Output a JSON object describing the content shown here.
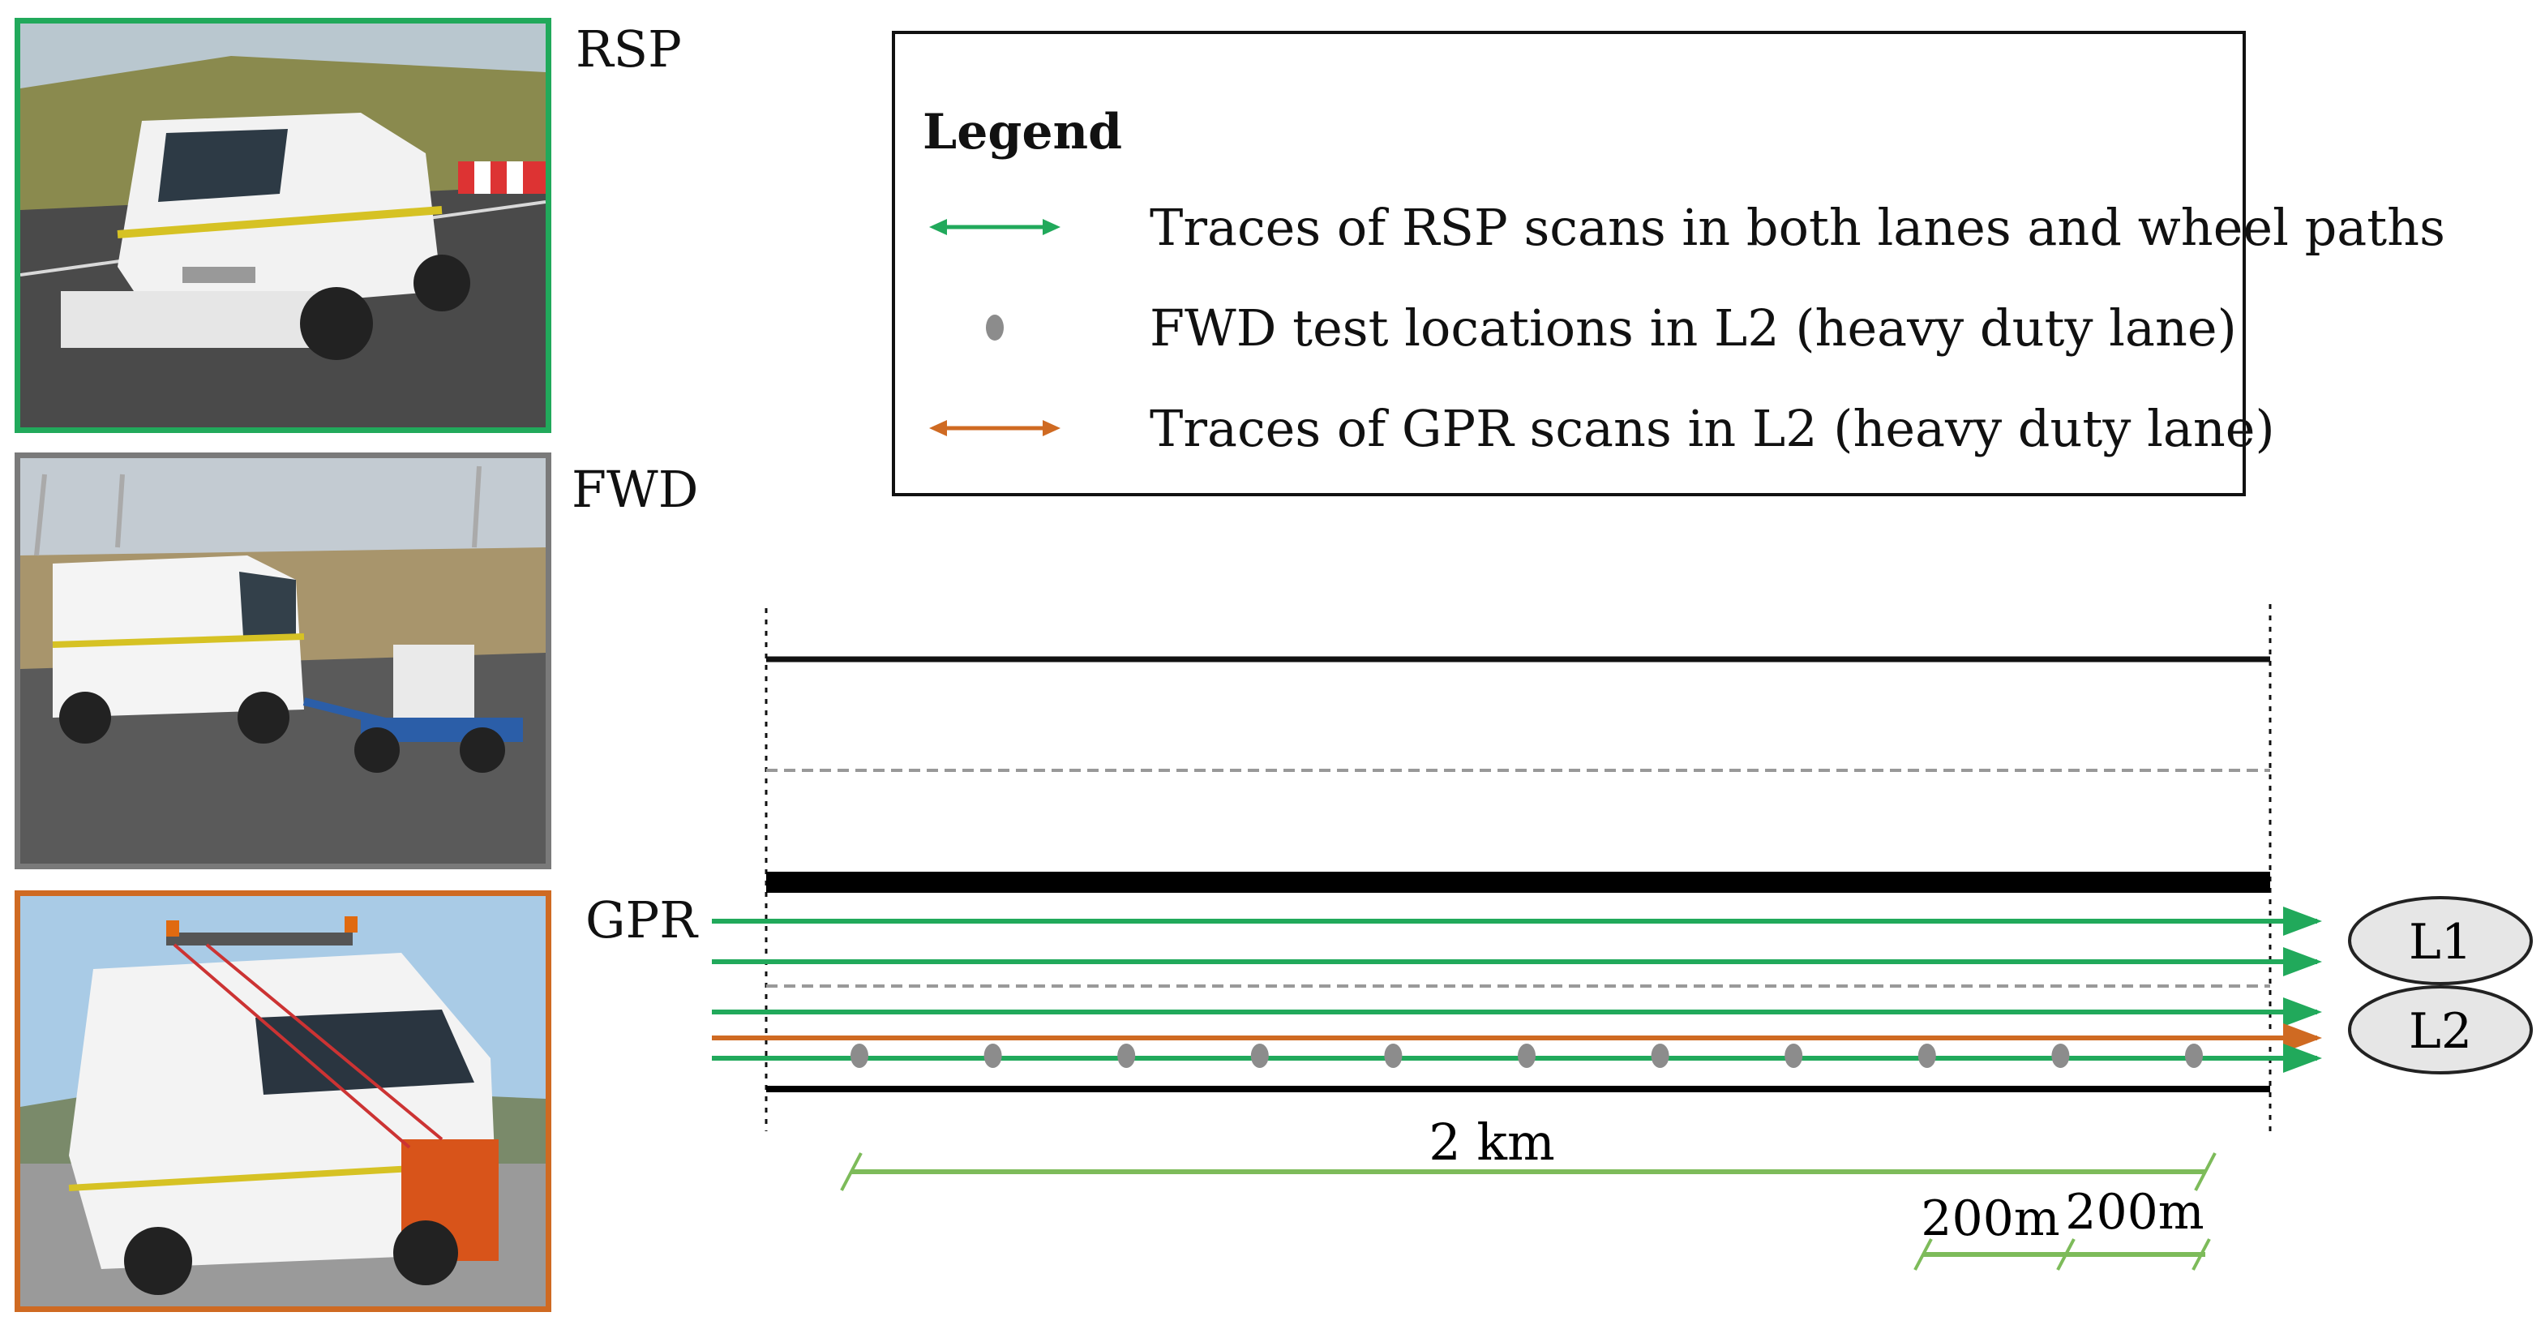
{
  "photos": {
    "rsp_label": "RSP",
    "fwd_label": "FWD",
    "gpr_label": "GPR"
  },
  "legend": {
    "title": "Legend",
    "items": [
      {
        "symbol": "green-double-arrow",
        "text": "Traces of RSP scans in both lanes and wheel paths"
      },
      {
        "symbol": "grey-dot",
        "text": "FWD test locations in L2 (heavy duty lane)"
      },
      {
        "symbol": "orange-double-arrow",
        "text": "Traces of GPR scans in L2 (heavy duty lane)"
      }
    ]
  },
  "road": {
    "lanes": [
      "L1",
      "L2"
    ],
    "length_label": "2 km",
    "spacing_labels": [
      "200m",
      "200m"
    ],
    "fwd_point_count": 11
  },
  "colors": {
    "rsp": "#21a95b",
    "fwd": "#8c8c8c",
    "gpr": "#cf6a22",
    "dimension": "#7dbb5a"
  },
  "icons": [
    "van-photo",
    "trailer-photo",
    "gpr-van-photo",
    "lane-ellipse"
  ]
}
